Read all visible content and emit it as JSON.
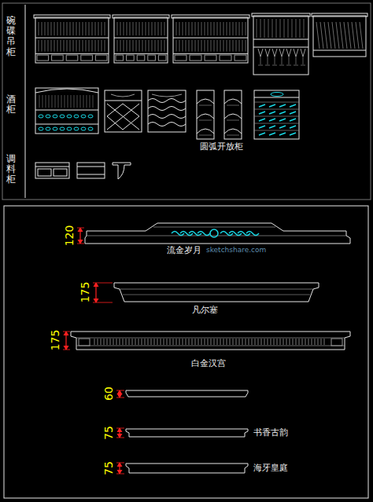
{
  "diagram": {
    "labels": [
      "碗碟吊柜",
      "酒柜",
      "调料柜",
      "圆弧开放柜",
      "120",
      "流金岁月",
      "sketchshare.com",
      "175",
      "凡尔塞",
      "175",
      "白金汉宫",
      "60",
      "75",
      "书香古韵",
      "75",
      "海牙皇庭"
    ]
  }
}
